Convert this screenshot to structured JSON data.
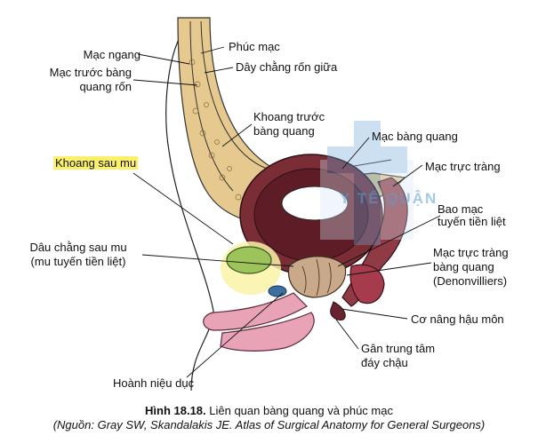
{
  "labels": {
    "muc_ngang": "Mạc ngang",
    "muc_truoc_bang_quang_1": "Mạc trước bàng",
    "muc_truoc_bang_quang_2": "quang rốn",
    "phuc_mac": "Phúc mạc",
    "day_chang_ron_giua": "Dây chằng rốn giữa",
    "khoang_truoc_1": "Khoang trước",
    "khoang_truoc_2": "bàng quang",
    "mac_bang_quang": "Mạc bàng quang",
    "mac_truc_trang": "Mạc trực tràng",
    "khoang_sau_mu": "Khoang sau mu",
    "bao_mac_1": "Bao mạc",
    "bao_mac_2": "tuyến tiền liệt",
    "day_chang_sau_mu_1": "Dâu chằng sau mu",
    "day_chang_sau_mu_2": "(mu tuyến tiền liệt)",
    "mac_trtbq_1": "Mạc trực tràng",
    "mac_trtbq_2": "bàng quang",
    "mac_trtbq_3": "(Denonvilliers)",
    "co_nang_hau_mon": "Cơ nâng hậu môn",
    "gan_trung_tam_1": "Gân trung tâm",
    "gan_trung_tam_2": "đáy chậu",
    "hoanh_nieu_duc": "Hoành niệu dục"
  },
  "watermark": "Y TẾ QUẬN",
  "caption": {
    "title": "Hình 18.18.",
    "text": " Liên quan bàng quang và phúc mạc",
    "source": "(Nguồn: Gray SW, Skandalakis JE. Atlas of Surgical Anatomy for General Surgeons)"
  },
  "colors": {
    "bladder_wall": "#7b2d36",
    "bladder_lumen": "#5e1d26",
    "fat_layer": "#e6c98f",
    "pink_tissue": "#e9a3b6",
    "gland_green": "#9dc35b",
    "highlight": "#fbf06a",
    "watermark": "#5b9ed4"
  }
}
